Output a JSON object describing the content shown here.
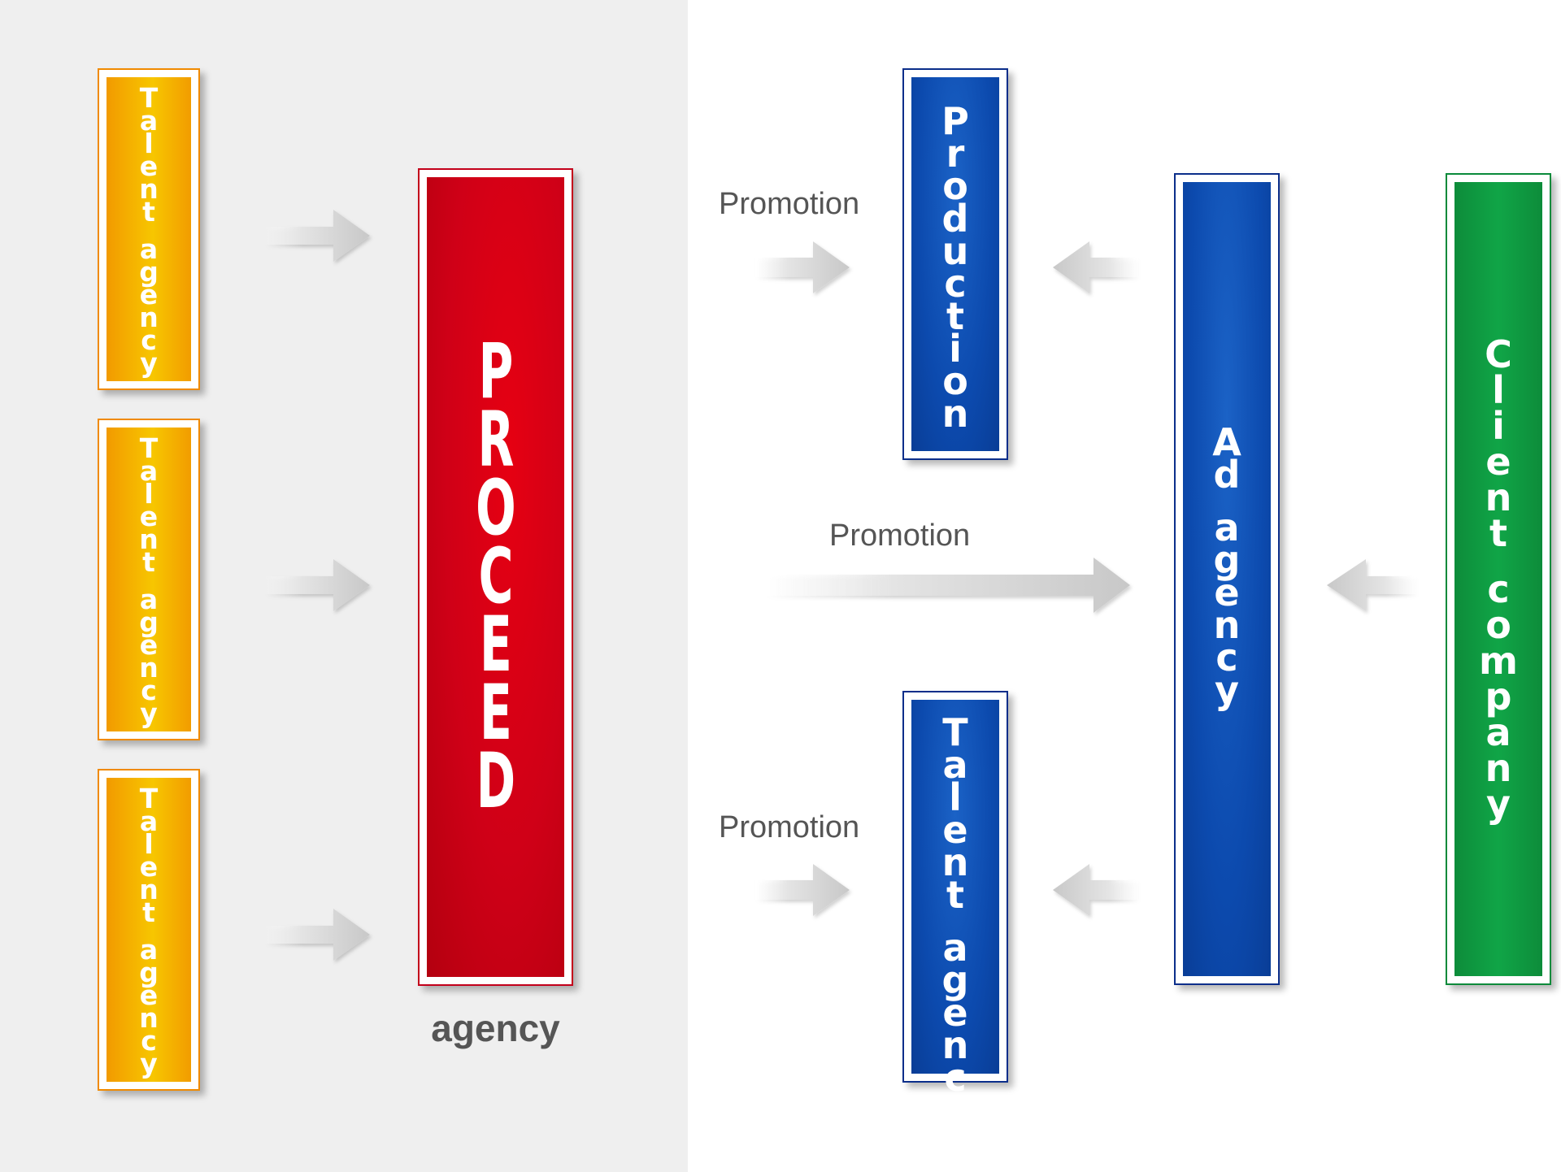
{
  "talent_agencies_left": [
    {
      "label": "Talent agency"
    },
    {
      "label": "Talent agency"
    },
    {
      "label": "Talent agency"
    }
  ],
  "proceed": {
    "label": "PROCEED",
    "caption": "agency"
  },
  "production": {
    "label": "Production"
  },
  "talent_agency_right": {
    "label": "Talent agency"
  },
  "ad_agency": {
    "label": "Ad agency"
  },
  "client_company": {
    "label": "Client company"
  },
  "promotion_labels": [
    "Promotion",
    "Promotion",
    "Promotion"
  ],
  "colors": {
    "talent": "#f5a800",
    "proceed": "#d4001a",
    "blue": "#0c4aae",
    "client": "#0f9b45",
    "arrow": "#d0d0d0"
  }
}
